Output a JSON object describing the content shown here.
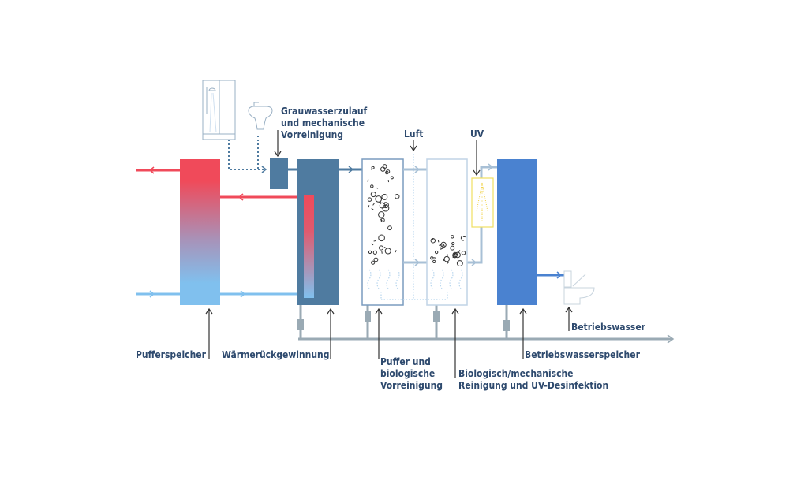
{
  "labels": {
    "grauwasser": [
      "Grauwasserzulauf",
      "und mechanische",
      "Vorreinigung"
    ],
    "luft": "Luft",
    "uv": "UV",
    "pufferspeicher": "Pufferspeicher",
    "waermerueckgewinnung": "Wärmerückgewinnung",
    "puffer_bio": [
      "Puffer und",
      "biologische",
      "Vorreinigung"
    ],
    "bio_mech": [
      "Biologisch/mechanische",
      "Reinigung und UV-Desinfektion"
    ],
    "betriebswasserspeicher": "Betriebswasserspeicher",
    "betriebswasser": "Betriebswasser"
  },
  "colors": {
    "hot": "#f04a5a",
    "cold": "#80c0ee",
    "greywater": "#4f7ba0",
    "service_water": "#4a82d0",
    "drain": "#9aaab4",
    "uv": "#f0e060",
    "label": "#2e4a6e"
  }
}
